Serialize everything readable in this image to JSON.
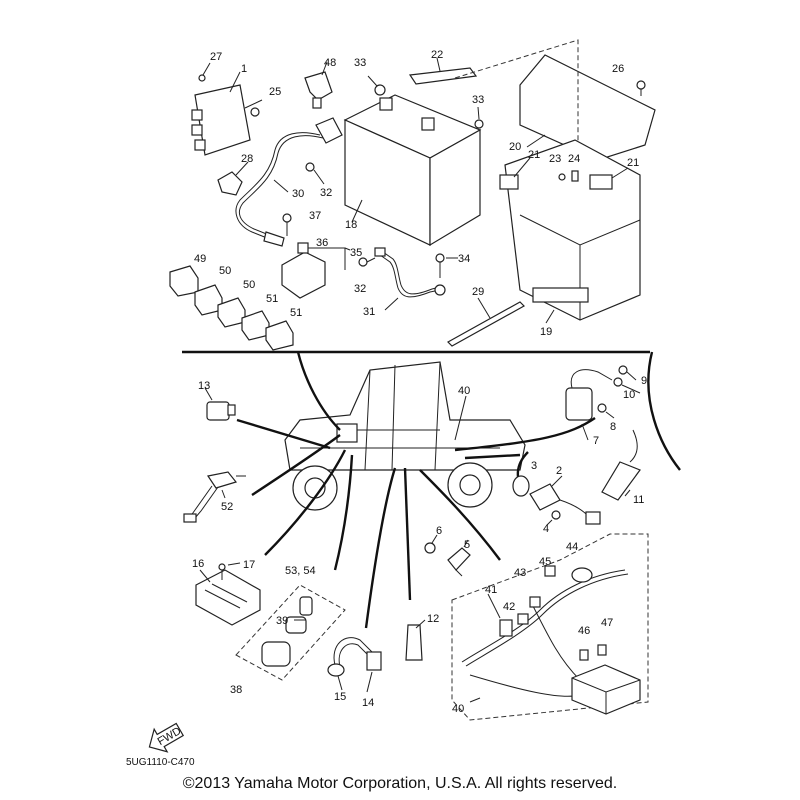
{
  "diagram_code": "5UG1110-C470",
  "copyright": "©2013 Yamaha Motor Corporation, U.S.A. All rights reserved.",
  "fwd_label": "FWD",
  "callouts": [
    "27",
    "1",
    "25",
    "48",
    "33",
    "22",
    "26",
    "28",
    "30",
    "32",
    "18",
    "33",
    "20",
    "21",
    "23",
    "24",
    "21",
    "37",
    "36",
    "35",
    "34",
    "49",
    "50",
    "50",
    "51",
    "51",
    "32",
    "31",
    "29",
    "19",
    "13",
    "40",
    "9",
    "10",
    "8",
    "7",
    "52",
    "3",
    "2",
    "11",
    "4",
    "6",
    "5",
    "16",
    "17",
    "53, 54",
    "44",
    "45",
    "39",
    "43",
    "41",
    "42",
    "46",
    "47",
    "12",
    "38",
    "15",
    "14",
    "40"
  ]
}
